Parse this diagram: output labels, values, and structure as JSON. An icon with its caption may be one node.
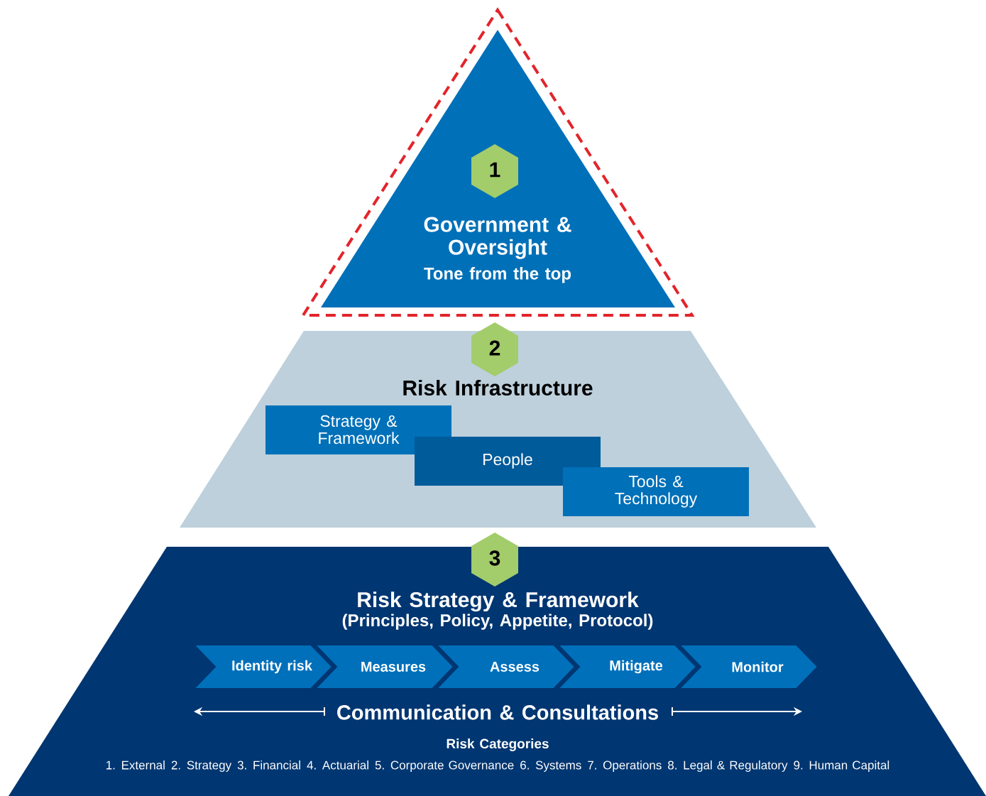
{
  "diagram": {
    "nodes": [
      {
        "text": [
          "Government & Oversight",
          "Tone from the top"
        ]
      },
      {
        "text": [
          "1"
        ],
        "in": 0
      },
      {
        "text": [
          "Risk Infrastructure"
        ]
      },
      {
        "text": [
          "2"
        ]
      },
      {
        "text": [
          "Strategy & Framework"
        ],
        "in": 2
      },
      {
        "text": [
          "People"
        ],
        "in": 2
      },
      {
        "text": [
          "Tools & Technology"
        ],
        "in": 2
      },
      {
        "text": [
          "Risk Strategy & Framework",
          "(Principles, Policy, Appetite, Protocol)"
        ]
      },
      {
        "text": [
          "3"
        ]
      },
      {
        "text": [
          "Identity risk"
        ],
        "in": 7
      },
      {
        "text": [
          "Measures"
        ],
        "in": 7
      },
      {
        "text": [
          "Assess"
        ],
        "in": 7
      },
      {
        "text": [
          "Mitigate"
        ],
        "in": 7
      },
      {
        "text": [
          "Monitor"
        ],
        "in": 7
      }
    ],
    "edges": [],
    "labels": [
      "Communication & Consultations",
      "Risk Categories",
      "1. External",
      "2. Strategy",
      "3. Financial",
      "4. Actuarial",
      "5. Corporate Governance",
      "6. Systems",
      "7. Operations",
      "8. Legal & Regulatory",
      "9. Human Capital"
    ]
  }
}
